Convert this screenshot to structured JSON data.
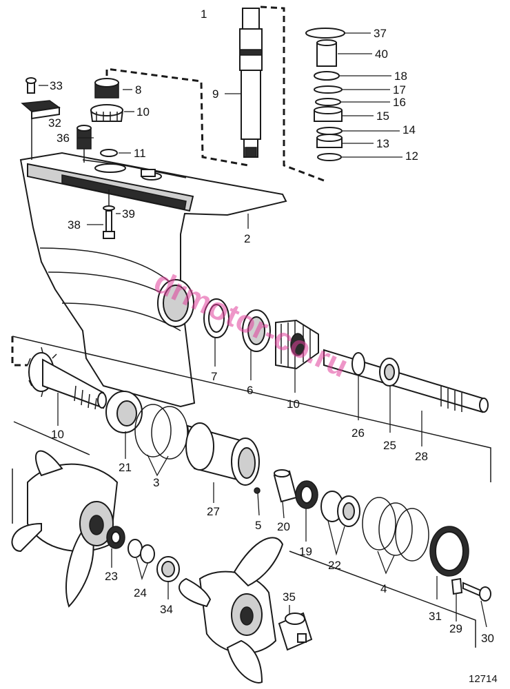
{
  "drawing_number": "12714",
  "watermark": "drmotor-co.ru",
  "callouts": [
    {
      "id": "c1",
      "label": "1"
    },
    {
      "id": "c2",
      "label": "2"
    },
    {
      "id": "c3",
      "label": "3"
    },
    {
      "id": "c4",
      "label": "4"
    },
    {
      "id": "c5",
      "label": "5"
    },
    {
      "id": "c6",
      "label": "6"
    },
    {
      "id": "c7",
      "label": "7"
    },
    {
      "id": "c8",
      "label": "8"
    },
    {
      "id": "c9",
      "label": "9"
    },
    {
      "id": "c10a",
      "label": "10"
    },
    {
      "id": "c10b",
      "label": "10"
    },
    {
      "id": "c10c",
      "label": "10"
    },
    {
      "id": "c11",
      "label": "11"
    },
    {
      "id": "c12",
      "label": "12"
    },
    {
      "id": "c13",
      "label": "13"
    },
    {
      "id": "c14",
      "label": "14"
    },
    {
      "id": "c15",
      "label": "15"
    },
    {
      "id": "c16",
      "label": "16"
    },
    {
      "id": "c17",
      "label": "17"
    },
    {
      "id": "c18",
      "label": "18"
    },
    {
      "id": "c19",
      "label": "19"
    },
    {
      "id": "c20",
      "label": "20"
    },
    {
      "id": "c21",
      "label": "21"
    },
    {
      "id": "c22",
      "label": "22"
    },
    {
      "id": "c23",
      "label": "23"
    },
    {
      "id": "c24",
      "label": "24"
    },
    {
      "id": "c25",
      "label": "25"
    },
    {
      "id": "c26",
      "label": "26"
    },
    {
      "id": "c27",
      "label": "27"
    },
    {
      "id": "c28",
      "label": "28"
    },
    {
      "id": "c29",
      "label": "29"
    },
    {
      "id": "c30",
      "label": "30"
    },
    {
      "id": "c31",
      "label": "31"
    },
    {
      "id": "c32",
      "label": "32"
    },
    {
      "id": "c33",
      "label": "33"
    },
    {
      "id": "c34",
      "label": "34"
    },
    {
      "id": "c35",
      "label": "35"
    },
    {
      "id": "c36",
      "label": "36"
    },
    {
      "id": "c37",
      "label": "37"
    },
    {
      "id": "c38",
      "label": "38"
    },
    {
      "id": "c39",
      "label": "39"
    },
    {
      "id": "c40",
      "label": "40"
    }
  ]
}
